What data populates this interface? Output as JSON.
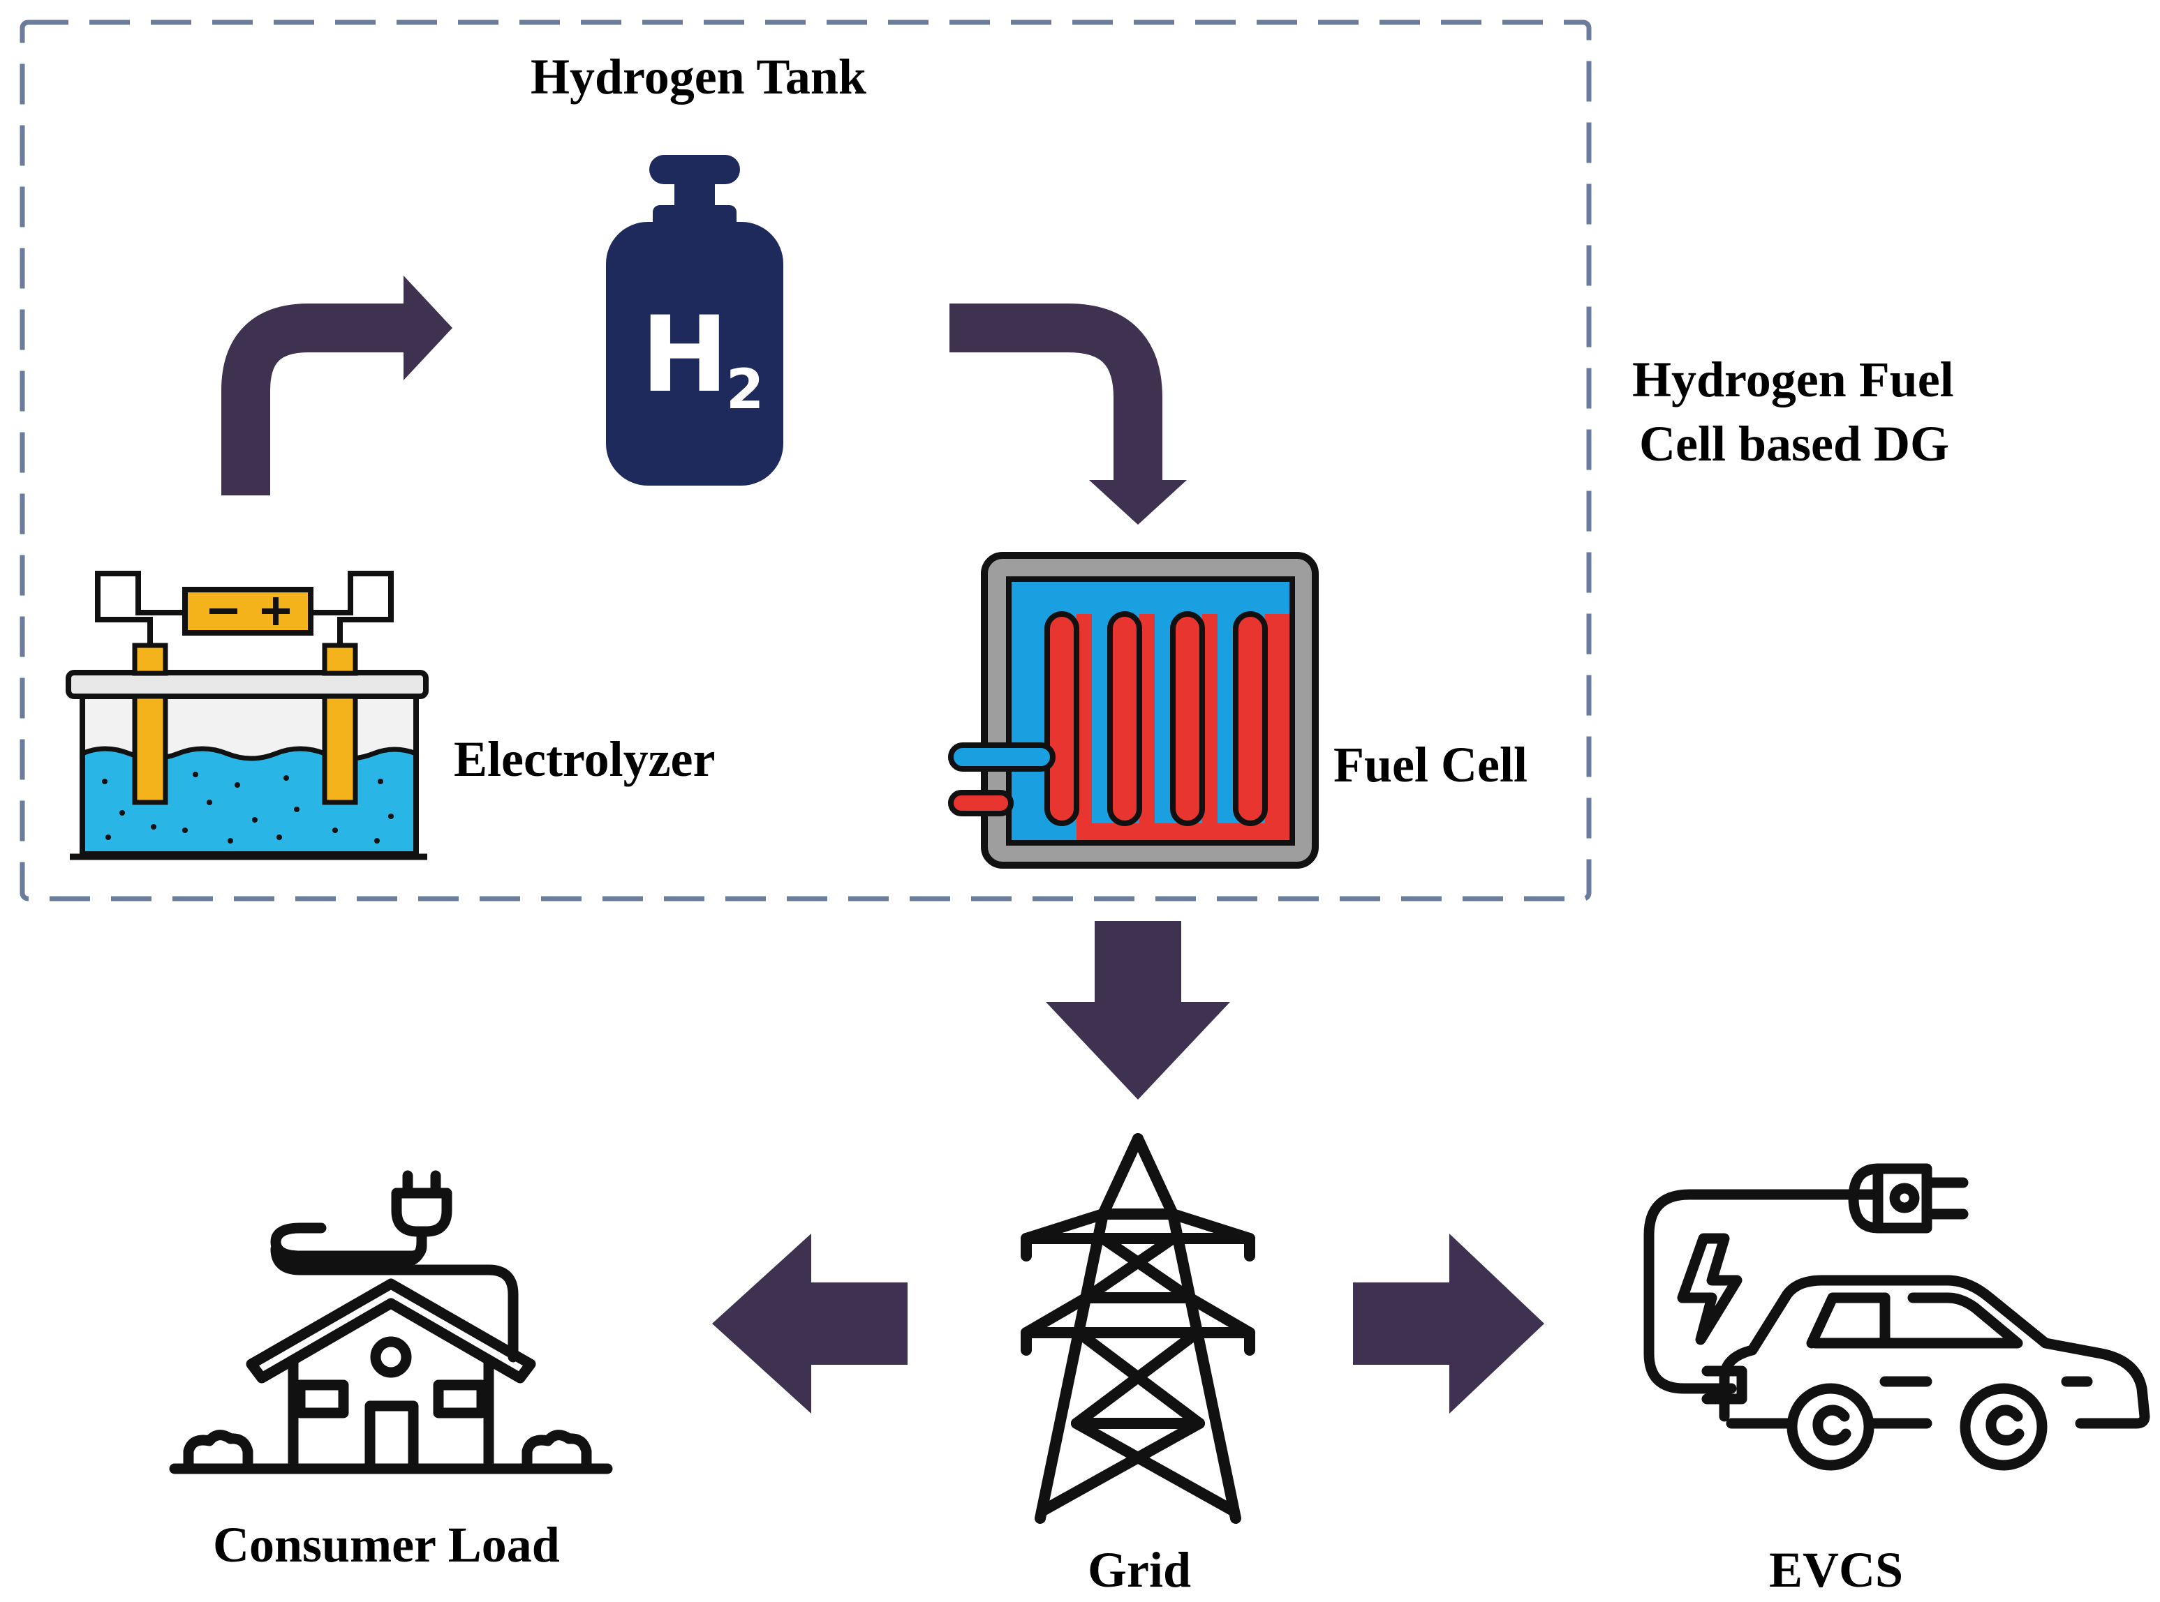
{
  "group": {
    "title_line1": "Hydrogen Fuel",
    "title_line2": "Cell based DG"
  },
  "nodes": {
    "hydrogen_tank": {
      "label": "Hydrogen Tank",
      "badge_main": "H",
      "badge_sub": "2",
      "icon": "hydrogen-tank-icon"
    },
    "electrolyzer": {
      "label": "Electrolyzer",
      "icon": "electrolyzer-icon"
    },
    "fuel_cell": {
      "label": "Fuel Cell",
      "icon": "fuel-cell-icon"
    },
    "grid": {
      "label": "Grid",
      "icon": "transmission-tower-icon"
    },
    "consumer_load": {
      "label": "Consumer Load",
      "icon": "house-plug-icon"
    },
    "evcs": {
      "label": "EVCS",
      "icon": "ev-charging-icon"
    }
  },
  "colors": {
    "arrow": "#3f3150",
    "dashed_border": "#6a7b9c",
    "tank": "#1f2a5c",
    "water": "#29b6e6",
    "electrode": "#f5b31b",
    "fuel_red": "#e8352f",
    "fuel_blue": "#1a9fe0",
    "frame_gray": "#9e9e9e"
  }
}
